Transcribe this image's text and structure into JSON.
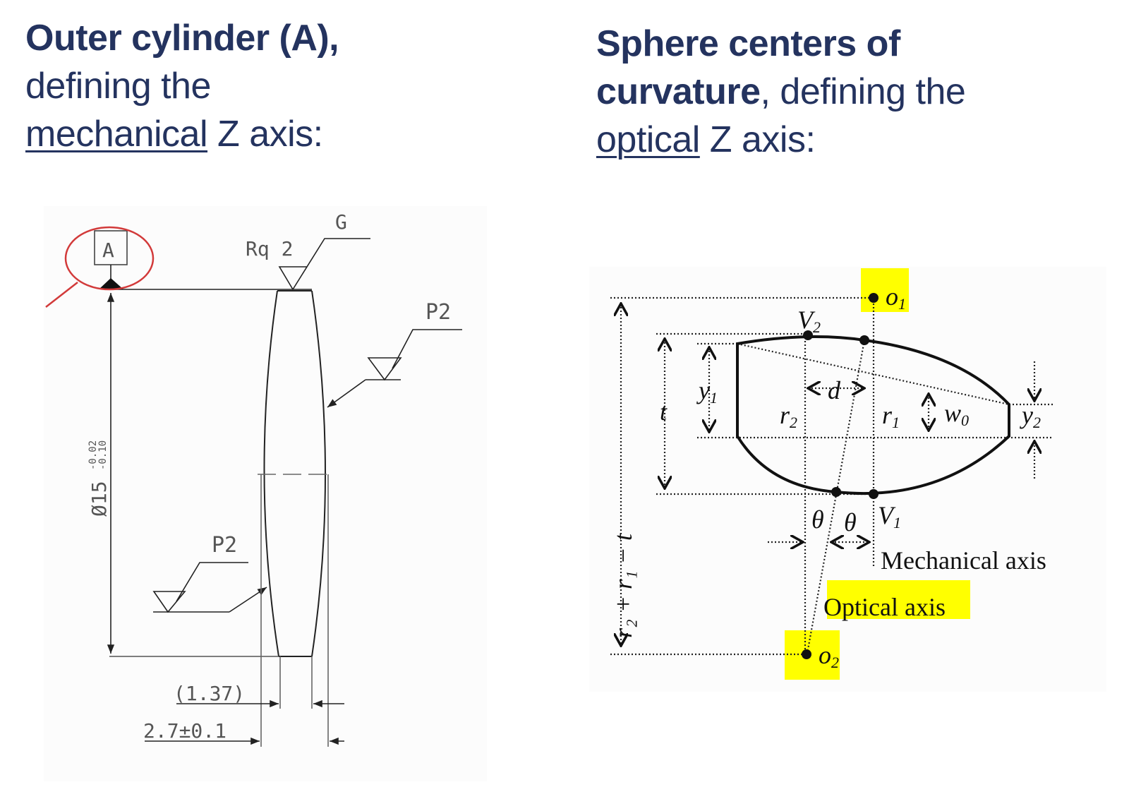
{
  "left": {
    "title_bold": "Outer cylinder (A),",
    "title_line2": "defining the",
    "title_underlined": "mechanical",
    "title_rest": " Z axis:",
    "drawing": {
      "datum_label": "A",
      "roughness_label": "Rq  2",
      "grind_label": "G",
      "polish_label_upper": "P2",
      "polish_label_lower": "P2",
      "diameter_label": "Ø15",
      "diameter_tol_upper": "-0.02",
      "diameter_tol_lower": "-0.10",
      "edge_thickness_label": "(1.37)",
      "center_thickness_label": "2.7±0.1",
      "highlight_color": "#d23a3a"
    }
  },
  "right": {
    "title_bold_1": "Sphere centers of",
    "title_bold_2": "curvature",
    "title_rest_2": ", defining the",
    "title_underlined": "optical",
    "title_rest_3": " Z axis:",
    "diagram": {
      "o1": "o",
      "o1_sub": "1",
      "o2": "o",
      "o2_sub": "2",
      "v1": "V",
      "v1_sub": "1",
      "v2": "V",
      "v2_sub": "2",
      "y1": "y",
      "y1_sub": "1",
      "y2": "y",
      "y2_sub": "2",
      "t": "t",
      "d": "d",
      "r1": "r",
      "r1_sub": "1",
      "r2": "r",
      "r2_sub": "2",
      "w0": "w",
      "w0_sub": "0",
      "theta_left": "θ",
      "theta_right": "θ",
      "total_dim": "r₂ + r₁ − t",
      "mechanical_axis": "Mechanical axis",
      "optical_axis": "Optical axis",
      "highlight_color": "#ffff00"
    }
  },
  "colors": {
    "title": "#24335f"
  }
}
